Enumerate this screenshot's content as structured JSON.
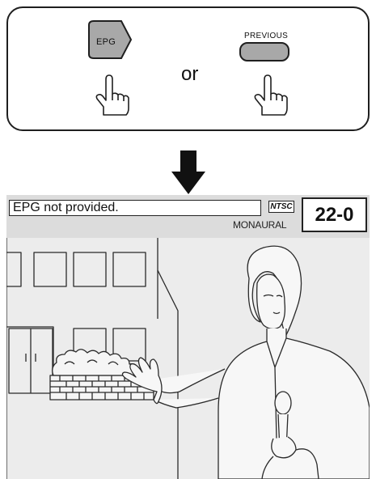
{
  "remote": {
    "epg_label": "EPG",
    "previous_label": "PREVIOUS",
    "or_text": "or"
  },
  "tv": {
    "message": "EPG not provided.",
    "signal_badge": "NTSC",
    "audio_mode": "MONAURAL",
    "channel": "22-0"
  },
  "colors": {
    "button_fill": "#a8a8a8",
    "screen_bg": "#ececec",
    "status_bar_bg": "#dcdcdc",
    "outline": "#1f1f1f"
  },
  "icons": [
    "hand-pointer-icon",
    "down-arrow-icon",
    "ntsc-icon"
  ]
}
